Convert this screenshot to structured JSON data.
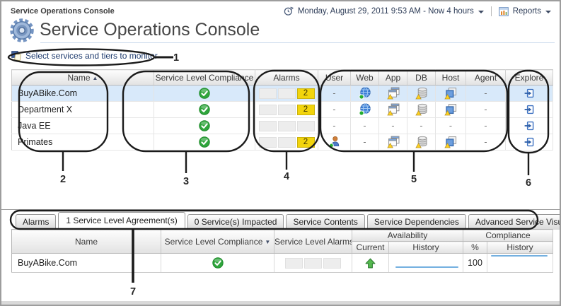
{
  "header": {
    "breadcrumb": "Service Operations Console",
    "page_title": "Service Operations Console",
    "time_range": "Monday, August 29, 2011 9:53 AM - Now 4 hours",
    "reports_label": "Reports"
  },
  "toolbar": {
    "select_services_label": "Select services and tiers to monitor"
  },
  "services_table": {
    "columns": [
      "Name",
      "Service Level Compliance",
      "Alarms",
      "User",
      "Web",
      "App",
      "DB",
      "Host",
      "Agent",
      "Explore"
    ],
    "sort": {
      "column": "Name",
      "direction": "asc"
    },
    "rows": [
      {
        "name": "BuyABike.Com",
        "selected": true,
        "compliance": "ok",
        "alarm_count": "2",
        "user": "-",
        "web": "web-globe-online-icon",
        "app": "app-window-warning-icon",
        "db": "database-warning-icon",
        "host": "host-warning-icon",
        "agent": "-",
        "explore": "explore-icon"
      },
      {
        "name": "Department X",
        "selected": false,
        "compliance": "ok",
        "alarm_count": "2",
        "user": "-",
        "web": "web-globe-online-icon",
        "app": "app-window-warning-icon",
        "db": "database-warning-icon",
        "host": "host-warning-icon",
        "agent": "-",
        "explore": "explore-icon"
      },
      {
        "name": "Java EE",
        "selected": false,
        "compliance": "ok",
        "alarm_count": "",
        "user": "-",
        "web": "-",
        "app": "-",
        "db": "-",
        "host": "-",
        "agent": "-",
        "explore": "explore-icon"
      },
      {
        "name": "Primates",
        "selected": false,
        "compliance": "ok",
        "alarm_count": "2",
        "user": "user-online-icon",
        "web": "-",
        "app": "app-window-warning-icon",
        "db": "database-warning-icon",
        "host": "host-warning-icon",
        "agent": "-",
        "explore": "explore-icon"
      }
    ]
  },
  "callouts": {
    "labels": [
      "1",
      "2",
      "3",
      "4",
      "5",
      "6",
      "7"
    ]
  },
  "tabs": [
    {
      "label": "Alarms",
      "active": false
    },
    {
      "label": "1 Service Level Agreement(s)",
      "active": true
    },
    {
      "label": "0 Service(s) Impacted",
      "active": false
    },
    {
      "label": "Service Contents",
      "active": false
    },
    {
      "label": "Service Dependencies",
      "active": false
    },
    {
      "label": "Advanced Service Visualization",
      "active": false
    }
  ],
  "sla_table": {
    "columns": {
      "name": "Name",
      "compliance": "Service Level Compliance",
      "alarms": "Service Level Alarms",
      "availability_group": "Availability",
      "compliance_group": "Compliance",
      "current": "Current",
      "availability_history": "History",
      "percent": "%",
      "compliance_history": "History"
    },
    "sort": {
      "column": "Service Level Compliance",
      "direction": "desc"
    },
    "rows": [
      {
        "name": "BuyABike.Com",
        "compliance": "ok",
        "availability_current": "up",
        "availability_pct": "100"
      }
    ]
  },
  "icons": [
    "gear-icon",
    "clock-icon",
    "reports-icon",
    "dropdown-caret-icon",
    "select-services-icon",
    "sort-asc-icon",
    "sort-desc-icon",
    "status-ok-icon",
    "web-globe-online-icon",
    "app-window-warning-icon",
    "database-warning-icon",
    "host-warning-icon",
    "user-online-icon",
    "explore-icon",
    "up-arrow-icon"
  ],
  "colors": {
    "selection": "#d8e9fa",
    "alarm_yellow": "#f2d40c",
    "status_green": "#2fa53c",
    "sparkline_blue": "#74b0e0",
    "callout": "#1b1b1b",
    "link_text": "#1d3a6d"
  }
}
